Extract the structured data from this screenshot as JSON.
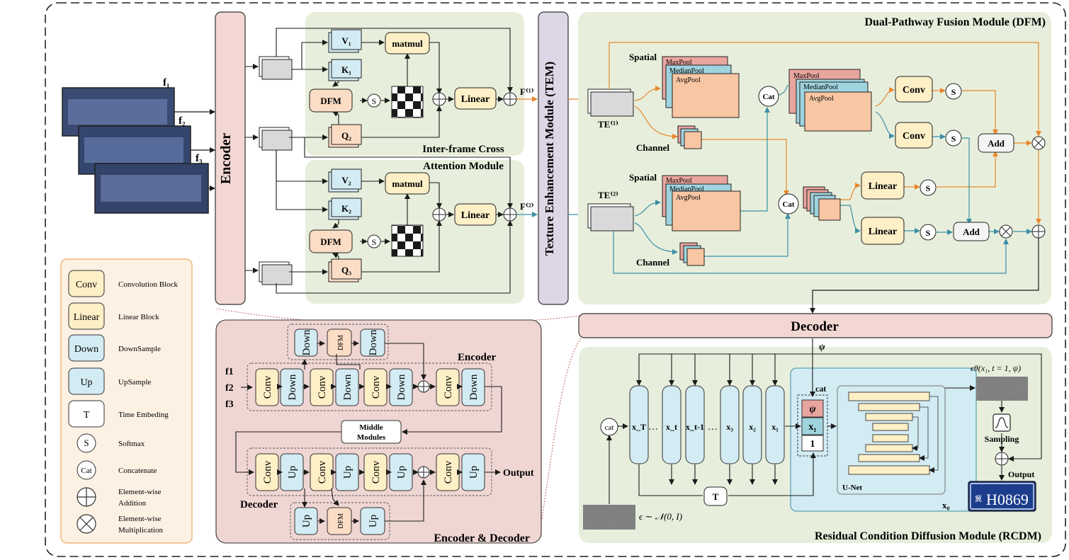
{
  "colors": {
    "green_panel": "#e7efdc",
    "pink_block": "#f2d7d3",
    "pink_panel": "#efd6d3",
    "legend_bg": "#fdf1e4",
    "legend_border": "#f0b478",
    "purple": "#ddd6e6",
    "yellow": "#fdefc6",
    "blue": "#d3ebf3",
    "peach": "#fbdcc4",
    "orange_line": "#e8862b",
    "teal_line": "#3b8fa6",
    "salmon": "#f4b190"
  },
  "frames": [
    "f₁",
    "f₂",
    "f₃"
  ],
  "encoder_label": "Encoder",
  "tem_label": "Texture Enhancement Module (TEM)",
  "icam": {
    "title_line1": "Inter-frame Cross",
    "title_line2": "Attention Module",
    "v1": "V₁",
    "k1": "K₁",
    "q2": "Q₂",
    "v2": "V₂",
    "k2": "K₂",
    "q3": "Q₃",
    "matmul": "matmul",
    "dfm": "DFM",
    "linear": "Linear",
    "softmax": "S",
    "f1": "F⁽¹⁾",
    "f2": "F⁽²⁾"
  },
  "dfm": {
    "title": "Dual-Pathway Fusion Module (DFM)",
    "spatial": "Spatial",
    "channel": "Channel",
    "maxpool": "MaxPool",
    "medianpool": "MedianPool",
    "avgpool": "AvgPool",
    "te1": "TE⁽¹⁾",
    "te2": "TE⁽²⁾",
    "cat": "Cat",
    "conv": "Conv",
    "linear": "Linear",
    "add": "Add",
    "s": "S"
  },
  "decoder_label": "Decoder",
  "encdec": {
    "title": "Encoder & Decoder",
    "encoder": "Encoder",
    "decoder": "Decoder",
    "inputs": [
      "f1",
      "f2",
      "f3"
    ],
    "conv": "Conv",
    "down": "Down",
    "up": "Up",
    "dfm": "DFM",
    "middle_line1": "Middle",
    "middle_line2": "Modules",
    "output": "Output"
  },
  "legend": [
    {
      "sym": "Conv",
      "text": "Convolution Block",
      "style": "yellow"
    },
    {
      "sym": "Linear",
      "text": "Linear Block",
      "style": "yellow"
    },
    {
      "sym": "Down",
      "text": "DownSample",
      "style": "blue"
    },
    {
      "sym": "Up",
      "text": "UpSample",
      "style": "blue"
    },
    {
      "sym": "T",
      "text": "Time Embeding",
      "style": "white"
    },
    {
      "sym": "S",
      "text": "Softmax",
      "style": "circle"
    },
    {
      "sym": "Cat",
      "text": "Concatenate",
      "style": "circle"
    },
    {
      "sym": "",
      "text": "Element-wise Addition",
      "style": "plus"
    },
    {
      "sym": "",
      "text": "Element-wise Multiplication",
      "style": "times"
    }
  ],
  "rcdm": {
    "title": "Residual Condition Diffusion Module (RCDM)",
    "psi": "ψ",
    "xs": [
      "x_T",
      "…",
      "x_t",
      "x_t-1",
      "…",
      "x₃",
      "x₂",
      "x₁"
    ],
    "cat": "cat",
    "t": "T",
    "unet": "U-Net",
    "x0": "x₀",
    "eps_fn": "ϵθ(x₁, t = 1, ψ)",
    "sampling": "Sampling",
    "output": "Output",
    "noise": "ϵ ∼ 𝒩(0, I)",
    "plate": "H0869",
    "plate_prefix": "冀"
  }
}
